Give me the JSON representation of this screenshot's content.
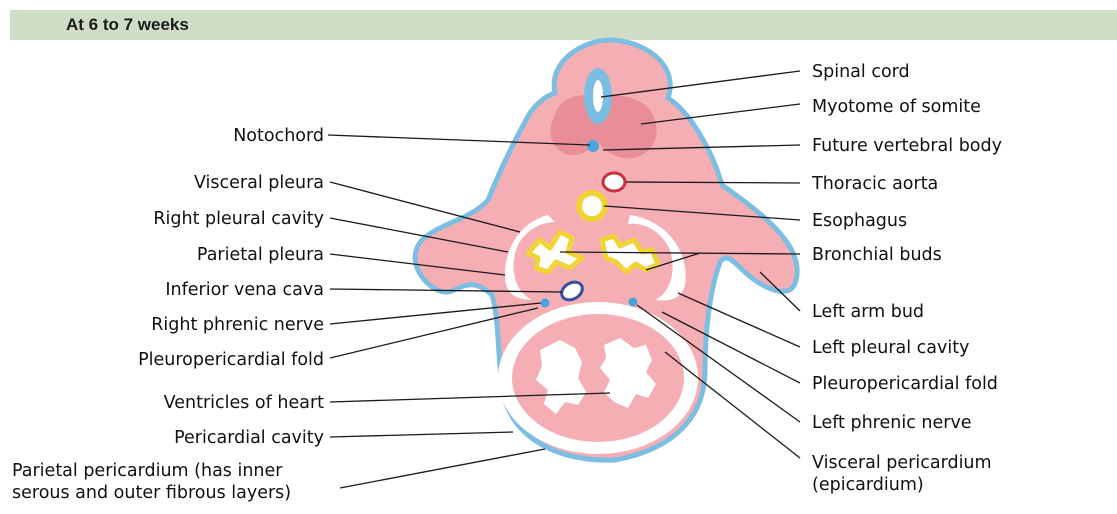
{
  "header": {
    "title": "At 6 to 7 weeks"
  },
  "labels": {
    "left": {
      "notochord": "Notochord",
      "visceral_pleura": "Visceral pleura",
      "right_pleural_cavity": "Right pleural cavity",
      "parietal_pleura": "Parietal pleura",
      "inferior_vena_cava": "Inferior vena cava",
      "right_phrenic_nerve": "Right phrenic nerve",
      "pleuropericardial_fold": "Pleuropericardial fold",
      "ventricles_of_heart": "Ventricles of heart",
      "pericardial_cavity": "Pericardial cavity",
      "parietal_pericardium_line1": "Parietal pericardium (has inner",
      "parietal_pericardium_line2": "serous and outer fibrous layers)"
    },
    "right": {
      "spinal_cord": "Spinal cord",
      "myotome_of_somite": "Myotome of somite",
      "future_vertebral_body": "Future vertebral body",
      "thoracic_aorta": "Thoracic aorta",
      "esophagus": "Esophagus",
      "bronchial_buds": "Bronchial buds",
      "left_arm_bud": "Left arm bud",
      "left_pleural_cavity": "Left pleural cavity",
      "pleuropericardial_fold": "Pleuropericardial fold",
      "left_phrenic_nerve": "Left phrenic nerve",
      "visceral_pericardium_line1": "Visceral pericardium",
      "visceral_pericardium_line2": "(epicardium)"
    }
  },
  "colors": {
    "header_band": "#cfddc6",
    "body_fill": "#f4aeb4",
    "body_outline": "#7cbde2",
    "cavity_white": "#ffffff",
    "myotome": "#e98e99",
    "aorta": "#c8323e",
    "esophagus": "#f1d336",
    "ivc": "#35509c",
    "nerve": "#4aa3dc"
  }
}
